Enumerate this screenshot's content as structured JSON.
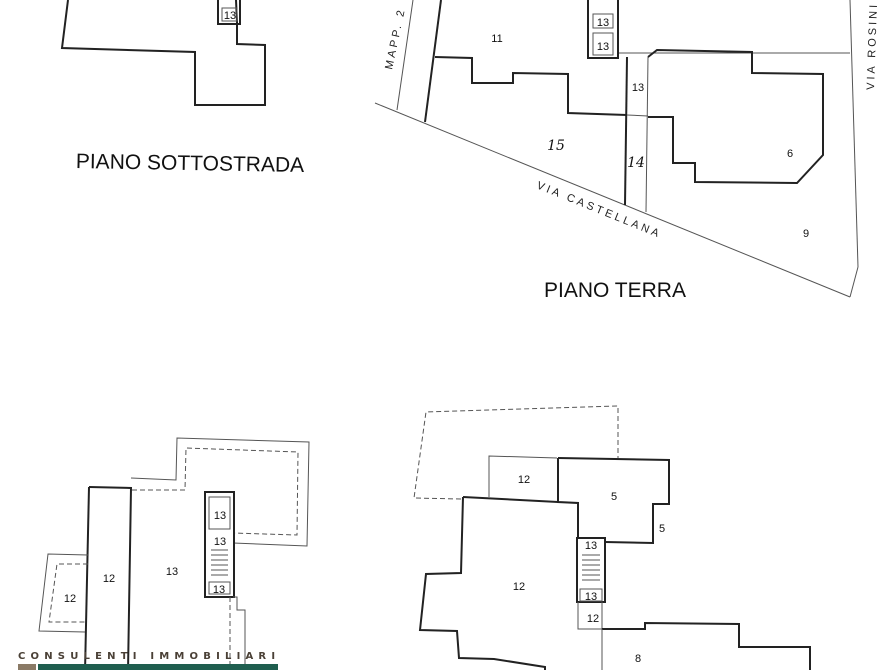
{
  "floors": {
    "basement": {
      "title": "PIANO SOTTOSTRADA",
      "labels": [
        "13"
      ]
    },
    "ground": {
      "title": "PIANO TERRA",
      "labels": [
        "11",
        "13",
        "13",
        "13",
        "15",
        "14",
        "6",
        "9"
      ],
      "streets": {
        "mapp": "MAPP. 2",
        "castellana": "VIA CASTELLANA",
        "rosini": "VIA ROSINI"
      }
    },
    "first": {
      "labels": [
        "12",
        "13",
        "13",
        "13",
        "13",
        "12"
      ]
    },
    "second": {
      "labels": [
        "12",
        "5",
        "5",
        "12",
        "13",
        "13",
        "12",
        "8"
      ]
    }
  },
  "watermark": {
    "text": "CONSULENTI IMMOBILIARI",
    "bar_color": "#1f5e4f",
    "square_color": "#8a7a66"
  }
}
